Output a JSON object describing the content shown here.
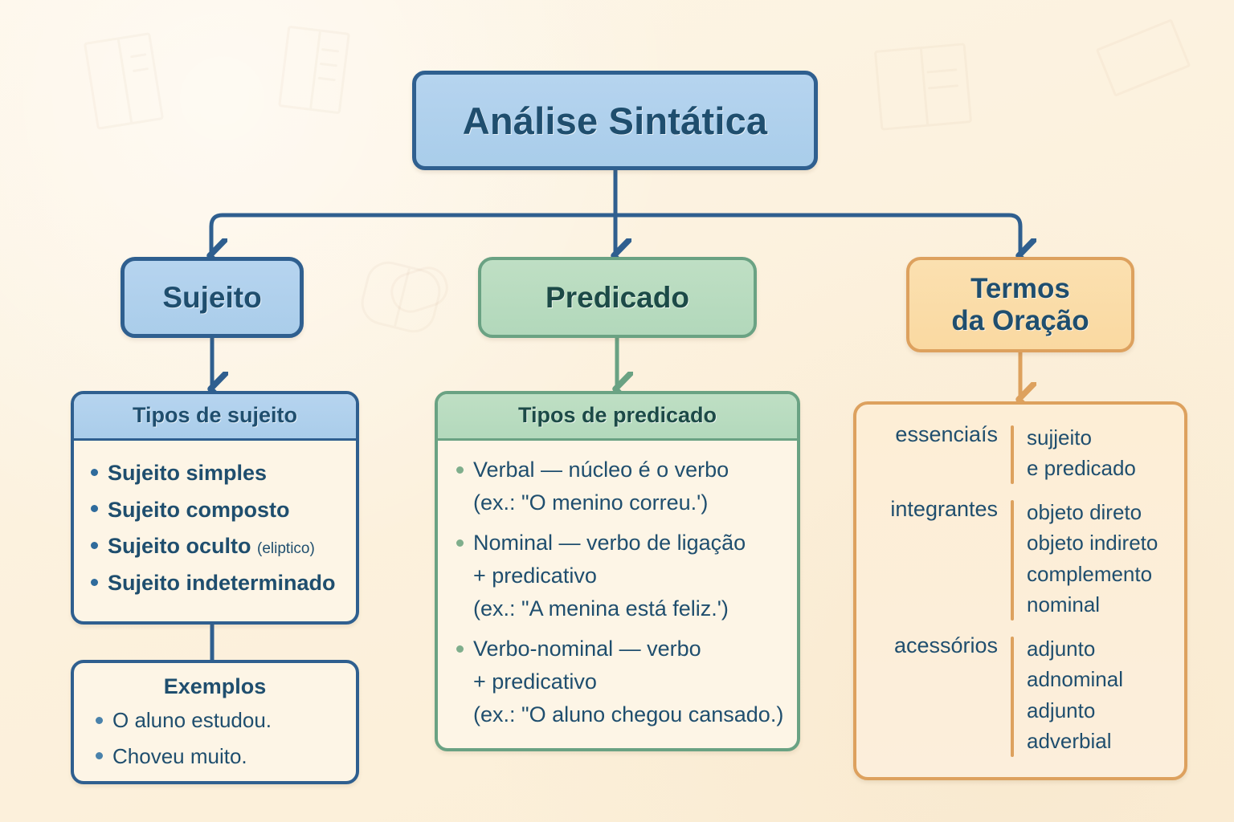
{
  "meta": {
    "background_color": "#fdf3e0",
    "accent_blue": "#2f5f8f",
    "accent_green": "#6aa283",
    "accent_orange": "#dda15e",
    "text_color": "#1f4e6e"
  },
  "root": {
    "label": "Análise Sintática"
  },
  "branches": {
    "sujeito": {
      "label": "Sujeito"
    },
    "predicado": {
      "label": "Predicado"
    },
    "termos": {
      "line1": "Termos",
      "line2": "da Oração"
    }
  },
  "cards": {
    "tipos_sujeito": {
      "header": "Tipos de sujeito",
      "items": [
        {
          "text": "Sujeito simples",
          "note": ""
        },
        {
          "text": "Sujeito composto",
          "note": ""
        },
        {
          "text": "Sujeito oculto",
          "note": "(eliptico)"
        },
        {
          "text": "Sujeito indeterminado",
          "note": ""
        }
      ]
    },
    "exemplos": {
      "title": "Exemplos",
      "items": [
        "O aluno estudou.",
        "Choveu muito."
      ]
    },
    "tipos_predicado": {
      "header": "Tipos de predicado",
      "items": [
        {
          "main": "Verbal — núcleo é o verbo",
          "example": "(ex.: \"O menino correu.')"
        },
        {
          "main": "Nominal — verbo de ligação",
          "main2": "+ predicativo",
          "example": "(ex.: \"A menina está feliz.')"
        },
        {
          "main": "Verbo-nominal — verbo",
          "main2": "+ predicativo",
          "example": "(ex.: \"O aluno chegou cansado.)"
        }
      ]
    },
    "termos_oracao": {
      "rows": [
        {
          "key": "essenciaís",
          "values": [
            "sujjeito",
            "e predicado"
          ]
        },
        {
          "key": "integrantes",
          "values": [
            "objeto direto",
            "objeto indireto",
            "complemento",
            "nominal"
          ]
        },
        {
          "key": "acessórios",
          "values": [
            "adjunto",
            "adnominal",
            "adjunto",
            "adverbial"
          ]
        }
      ]
    }
  }
}
